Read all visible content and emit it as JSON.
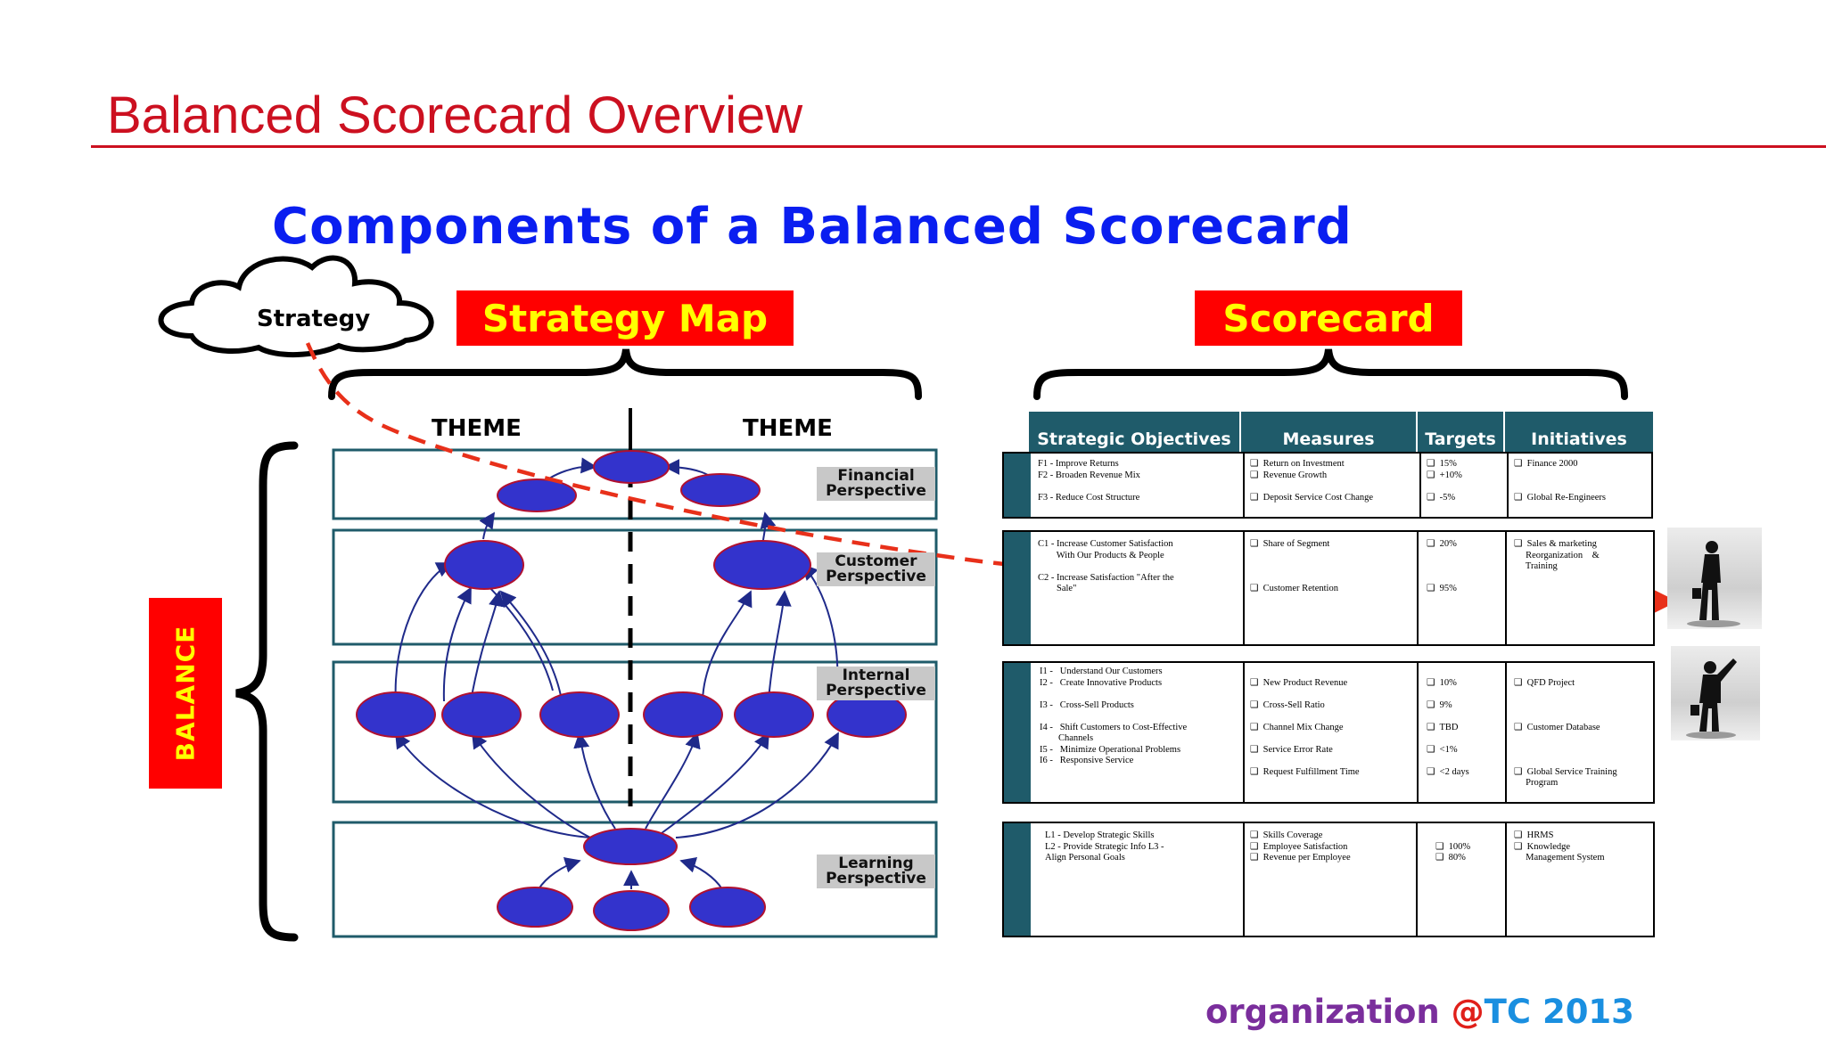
{
  "slide_title": "Balanced Scorecard Overview",
  "diagram_title": "Components of a Balanced Scorecard",
  "cloud_label": "Strategy",
  "strategy_map_label": "Strategy Map",
  "scorecard_label": "Scorecard",
  "themes": [
    "THEME",
    "THEME"
  ],
  "balance_label": "BALANCE",
  "perspectives": {
    "financial": [
      "Financial",
      "Perspective"
    ],
    "customer": [
      "Customer",
      "Perspective"
    ],
    "internal": [
      "Internal",
      "Perspective"
    ],
    "learning": [
      "Learning",
      "Perspective"
    ]
  },
  "scorecard": {
    "headers": [
      "Strategic Objectives",
      "Measures",
      "Targets",
      "Initiatives"
    ],
    "rows": [
      {
        "objectives": "F1 - Improve Returns\nF2 - Broaden Revenue Mix\n\nF3 - Reduce Cost Structure",
        "measures": "❑  Return on Investment\n❑  Revenue Growth\n\n❑  Deposit Service Cost Change",
        "targets": "❑  15%\n❑  +10%\n\n❑  -5%",
        "initiatives": "❑  Finance 2000\n\n\n❑  Global Re-Engineers"
      },
      {
        "objectives": "C1 - Increase Customer Satisfaction\n        With Our Products & People\n\nC2 - Increase Satisfaction \"After the\n        Sale\"",
        "measures": "❑  Share of Segment\n\n\n\n❑  Customer Retention",
        "targets": "❑  20%\n\n\n\n❑  95%",
        "initiatives": "❑  Sales & marketing\n     Reorganization    &\n     Training"
      },
      {
        "objectives": "I1 -   Understand Our Customers\nI2 -   Create Innovative Products\n\nI3 -   Cross-Sell Products\n\nI4 -   Shift Customers to Cost-Effective\n        Channels\nI5 -   Minimize Operational Problems\nI6 -   Responsive Service",
        "measures": "\n❑  New Product Revenue\n\n❑  Cross-Sell Ratio\n\n❑  Channel Mix Change\n\n❑  Service Error Rate\n\n❑  Request Fulfillment Time",
        "targets": "\n❑  10%\n\n❑  9%\n\n❑  TBD\n\n❑  <1%\n\n❑  <2 days",
        "initiatives": "\n❑  QFD Project\n\n\n\n❑  Customer Database\n\n\n\n❑  Global Service Training\n     Program"
      },
      {
        "objectives": "L1 - Develop Strategic Skills\nL2 - Provide Strategic Info L3 -\nAlign Personal Goals",
        "measures": "❑  Skills Coverage\n❑  Employee Satisfaction\n❑  Revenue per Employee",
        "targets": "\n❑  100%\n❑  80%",
        "initiatives": "❑  HRMS\n❑  Knowledge\n     Management System"
      }
    ]
  },
  "footer": {
    "org": "organization ",
    "at": "@",
    "tc": "TC 2013"
  },
  "colors": {
    "title_red": "#cc1020",
    "diagram_blue": "#0a1ef0",
    "label_red": "#ff0000",
    "label_yellow": "#ffff00",
    "teal": "#1f5b6a",
    "node_blue": "#3333cc",
    "node_outline": "#b01030",
    "dashed_line": "#e8301a"
  }
}
